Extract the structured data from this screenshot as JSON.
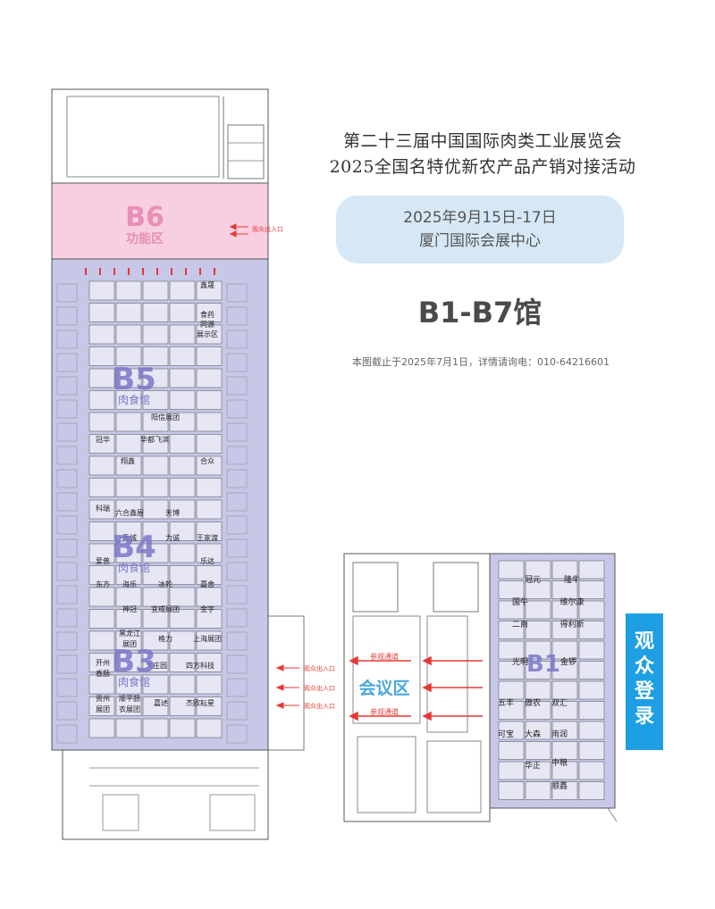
{
  "header": {
    "title_line1": "第二十三届中国国际肉类工业展览会",
    "title_line2": "2025全国名特优新农产品产销对接活动",
    "date": "2025年9月15日-17日",
    "venue": "厦门国际会展中心",
    "halls": "B1-B7馆",
    "note": "本图截止于2025年7月1日，详情请询电：010-64216601"
  },
  "visitor_reg": [
    "观",
    "众",
    "登",
    "录"
  ],
  "zones": {
    "b6": {
      "code": "B6",
      "name": "功能区"
    },
    "b5": {
      "code": "B5",
      "name": "肉食馆"
    },
    "b4": {
      "code": "B4",
      "name": "肉食馆"
    },
    "b3": {
      "code": "B3",
      "name": "肉食馆"
    },
    "b1": {
      "code": "B1"
    },
    "meeting": "会议区"
  },
  "entrances": {
    "visitor_exit": "观众出入口",
    "visitor_passage": "参观通道"
  },
  "colors": {
    "b6_fill": "#f7cfe0",
    "b6_text": "#e88fb7",
    "hall_fill": "#c7c7e8",
    "hall_text": "#7b78c8",
    "meeting_text": "#4aa6de",
    "visitor_bg": "#1e9fe3",
    "arrow": "#e53935"
  },
  "booths_left": [
    {
      "text": "鑫晟"
    },
    {
      "text": "食药"
    },
    {
      "text": "同源"
    },
    {
      "text": "展示区"
    },
    {
      "text": "阳信展团"
    },
    {
      "text": "冠华"
    },
    {
      "text": "华都飞滨"
    },
    {
      "text": "翔鑫"
    },
    {
      "text": "合众"
    },
    {
      "text": "科瑞"
    },
    {
      "text": "六合鑫厨"
    },
    {
      "text": "天博"
    },
    {
      "text": "禹城"
    },
    {
      "text": "力诚"
    },
    {
      "text": "王家渡"
    },
    {
      "text": "爱普"
    },
    {
      "text": "乐达"
    },
    {
      "text": "东方"
    },
    {
      "text": "海乐"
    },
    {
      "text": "冰轮"
    },
    {
      "text": "嘉舍"
    },
    {
      "text": "神冠"
    },
    {
      "text": "宜成展团"
    },
    {
      "text": "金字"
    },
    {
      "text": "黑龙江"
    },
    {
      "text": "展团"
    },
    {
      "text": "格力"
    },
    {
      "text": "上海展团"
    },
    {
      "text": "开州"
    },
    {
      "text": "香肠"
    },
    {
      "text": "大庄园"
    },
    {
      "text": "四方科技"
    },
    {
      "text": "贵州"
    },
    {
      "text": "展团"
    },
    {
      "text": "顺平肠"
    },
    {
      "text": "衣展团"
    },
    {
      "text": "嘉述"
    },
    {
      "text": "杰欧耘星"
    }
  ],
  "booths_b1": [
    {
      "text": "冠元"
    },
    {
      "text": "隆牛"
    },
    {
      "text": "国牛"
    },
    {
      "text": "维尔康"
    },
    {
      "text": "二商"
    },
    {
      "text": "得利斯"
    },
    {
      "text": "光明"
    },
    {
      "text": "金锣"
    },
    {
      "text": "五丰"
    },
    {
      "text": "傲农"
    },
    {
      "text": "双汇"
    },
    {
      "text": "可宝"
    },
    {
      "text": "大森"
    },
    {
      "text": "雨润"
    },
    {
      "text": "华正"
    },
    {
      "text": "中粮"
    },
    {
      "text": "顺鑫"
    }
  ]
}
